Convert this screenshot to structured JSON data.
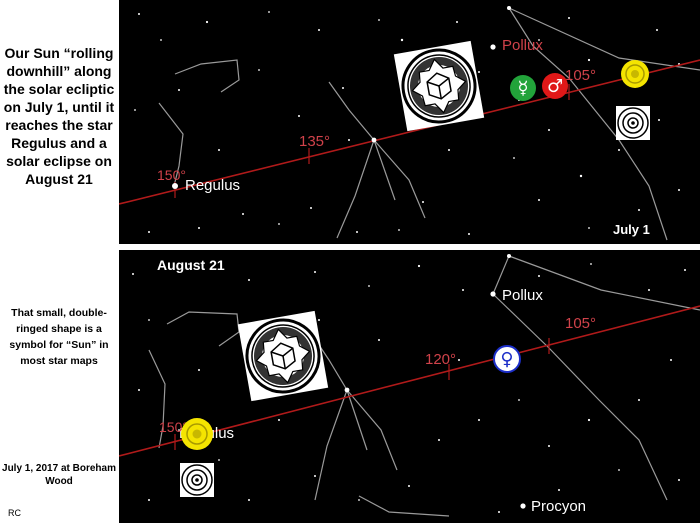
{
  "captions": {
    "top": "Our Sun “rolling downhill” along the solar ecliptic on July 1, until it reaches the star Regulus and a solar eclipse on August 21",
    "middle": "That small, double-ringed shape is a symbol for “Sun” in most star maps",
    "date_location": "July 1, 2017 at Boreham Wood",
    "credit": "RC"
  },
  "top_panel": {
    "date_label": "July 1",
    "star_labels": {
      "regulus": "Regulus",
      "pollux": "Pollux"
    },
    "degree_labels": {
      "d150": "150°",
      "d135": "135°",
      "d105": "105°"
    },
    "planet_symbols": {
      "mercury": "☿",
      "mars": "♂"
    }
  },
  "bottom_panel": {
    "date_label": "August 21",
    "star_labels": {
      "regulus": "Regulus",
      "pollux": "Pollux",
      "procyon": "Procyon"
    },
    "degree_labels": {
      "d150": "150°",
      "d120": "120°",
      "d105": "105°"
    },
    "planet_symbols": {
      "venus": "♀"
    }
  },
  "colors": {
    "sky": "#000000",
    "ecliptic": "#b01a1a",
    "label_red": "#d0424a",
    "constellation": "#9a9a9a",
    "sun_yellow": "#f4e400",
    "mercury_green": "#22a33a",
    "mars_red": "#e01818",
    "venus_blue": "#1c2ec8"
  }
}
